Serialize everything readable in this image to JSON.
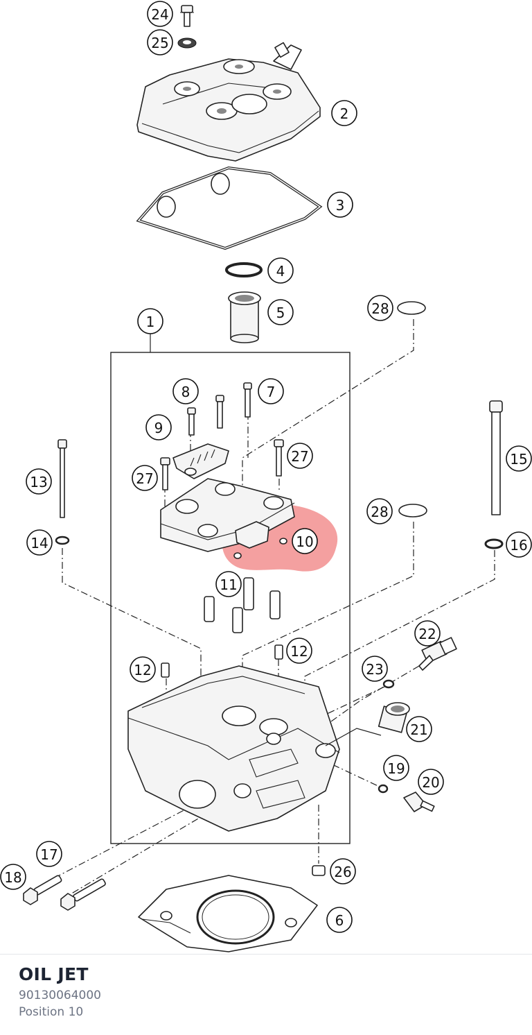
{
  "diagram": {
    "highlight_color": "#f08080",
    "callouts": [
      {
        "label": "1"
      },
      {
        "label": "2"
      },
      {
        "label": "3"
      },
      {
        "label": "4"
      },
      {
        "label": "5"
      },
      {
        "label": "6"
      },
      {
        "label": "7"
      },
      {
        "label": "8"
      },
      {
        "label": "9"
      },
      {
        "label": "10"
      },
      {
        "label": "11"
      },
      {
        "label": "12"
      },
      {
        "label": "12"
      },
      {
        "label": "13"
      },
      {
        "label": "14"
      },
      {
        "label": "15"
      },
      {
        "label": "16"
      },
      {
        "label": "17"
      },
      {
        "label": "18"
      },
      {
        "label": "19"
      },
      {
        "label": "20"
      },
      {
        "label": "21"
      },
      {
        "label": "22"
      },
      {
        "label": "23"
      },
      {
        "label": "24"
      },
      {
        "label": "25"
      },
      {
        "label": "26"
      },
      {
        "label": "27"
      },
      {
        "label": "27"
      },
      {
        "label": "28"
      },
      {
        "label": "28"
      }
    ]
  },
  "selected_part": {
    "title": "OIL JET",
    "part_number": "90130064000",
    "position_text": "Position 10"
  }
}
